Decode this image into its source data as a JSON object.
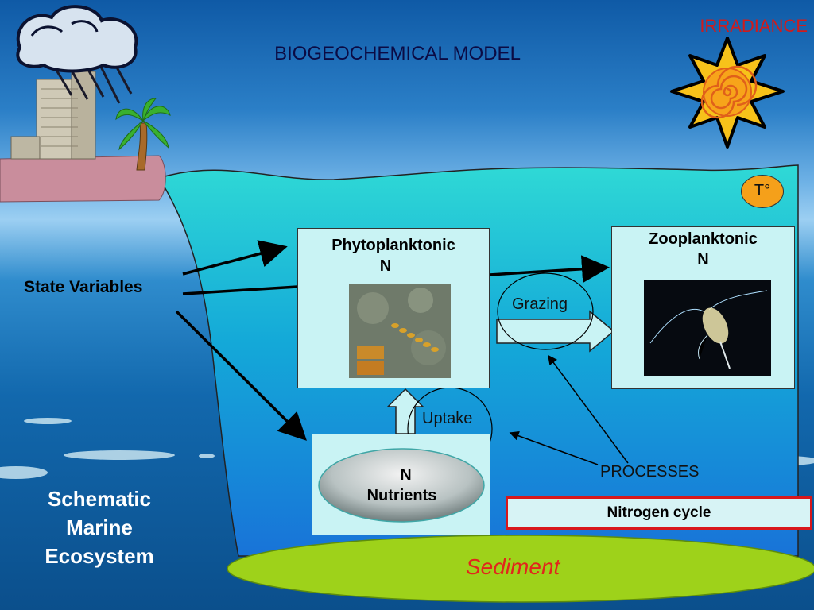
{
  "title": "BIOGEOCHEMICAL MODEL",
  "irradiance_label": "IRRADIANCE",
  "temperature_label": "T°",
  "state_variables_label": "State Variables",
  "phyto": {
    "line1": "Phytoplanktonic",
    "line2": "N"
  },
  "zoo": {
    "line1": "Zooplanktonic",
    "line2": "N"
  },
  "nutrients": {
    "line1": "N",
    "line2": "Nutrients"
  },
  "processes": {
    "grazing": "Grazing",
    "uptake": "Uptake",
    "label": "PROCESSES"
  },
  "nitrogen_cycle_label": "Nitrogen cycle",
  "sediment_label": "Sediment",
  "schematic": {
    "line1": "Schematic",
    "line2": "Marine",
    "line3": "Ecosystem"
  },
  "colors": {
    "water": "#1ecad6",
    "box_fill": "#c9f3f4",
    "sediment_fill": "#9ed21a",
    "red_text": "#d11b1b",
    "sun_fill": "#f7c21a",
    "sun_spiral": "#e0601a"
  }
}
